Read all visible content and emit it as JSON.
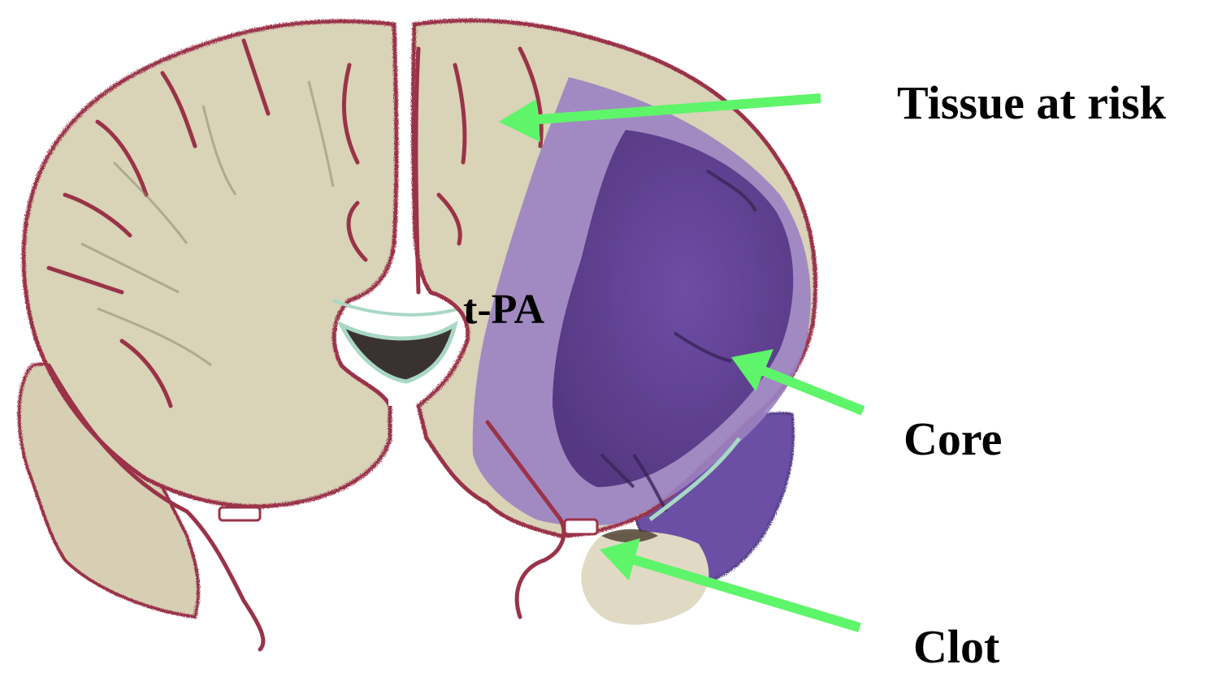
{
  "labels": {
    "tissue_at_risk": "Tissue at risk",
    "core": "Core",
    "clot": "Clot",
    "tpa": "t-PA"
  },
  "colors": {
    "tissue": "#d9d3b8",
    "tissue_shadow": "#b7ae95",
    "vessel": "#9a3348",
    "penumbra": "#9a82c2",
    "core": "#5e3f95",
    "clot": "#e0dac5",
    "arrow": "#5ef56a",
    "text": "#000000"
  }
}
